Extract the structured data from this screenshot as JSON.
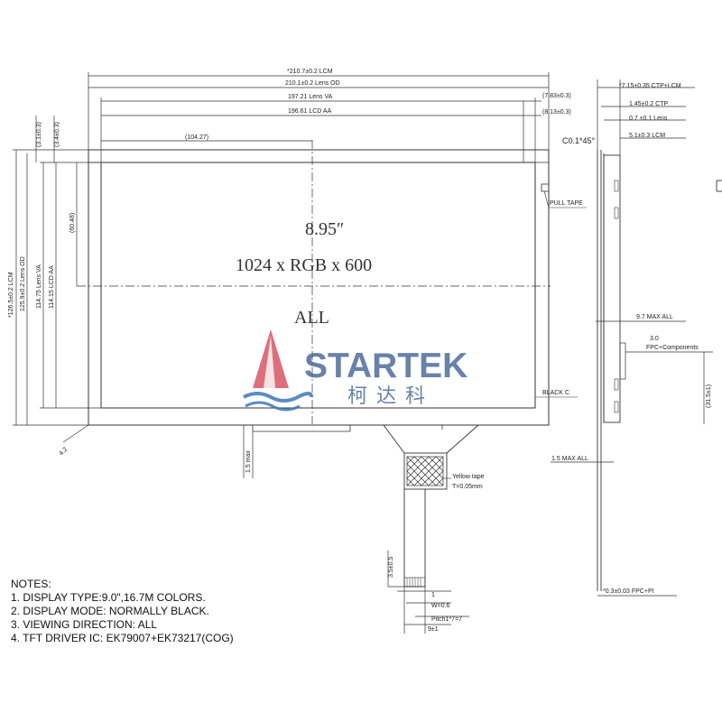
{
  "dimensions": {
    "lcm_width": "*210.7±0.2 LCM",
    "lens_od_width": "210.1±0.2 Lens OD",
    "lens_va_width": "197.21 Lens VA",
    "lcd_aa_width": "196.61 LCD AA",
    "va_offset": "(7.83±0.3)",
    "aa_offset": "(8.13±0.3)",
    "center_x": "(104.27)",
    "center_y": "(60.48)",
    "left_offset_a": "(3.1±0.3)",
    "left_offset_b": "(3.4±0.3)",
    "lcm_height": "*126.5±0.2 LCM",
    "lens_od_height": "125.9±0.2 Lens OD",
    "lens_va_height": "114.75 Lens VA",
    "lcd_aa_height": "114.15 LCD AA",
    "corner": "4.2",
    "bottom_max": "1.5 max",
    "fpc_3_5": "3.5±0.5",
    "pin_1": "1",
    "pin_w": "W=0.6",
    "pitch": "Pitch1*7=7",
    "fpc_width": "9±1",
    "ctp_lcm_thickness": "*7.15±0.35 CTP+LCM",
    "ctp_thickness": "1.45±0.2 CTP",
    "lens_thickness": "0.7 ±0.1 Lens",
    "lcm_thickness": "5.1±0.3 LCM",
    "chamfer": "C0.1*45°",
    "max_all": "9.7 MAX ALL",
    "fpc_comp_val": "3.0",
    "fpc_comp": "FPC+Components",
    "side_31_5": "(31.5±1)",
    "bottom_max_all": "1.5 MAX ALL",
    "fpc_pi": "*0.3±0.03 FPC+PI"
  },
  "callouts": {
    "pull_tape": "PULL TAPE",
    "black_c": "BLACK C",
    "yellow_tape": "Yellow tape",
    "yellow_tape_t": "T=0.05mm"
  },
  "display": {
    "size": "8.95″",
    "resolution": "1024 x RGB x  600",
    "viewing": "ALL"
  },
  "watermark": {
    "brand": "STARTEK",
    "chinese": "柯达科"
  },
  "notes": {
    "title": "NOTES:",
    "items": [
      "1. DISPLAY TYPE:9.0\",16.7M COLORS.",
      "2. DISPLAY MODE:  NORMALLY BLACK.",
      "3. VIEWING DIRECTION: ALL",
      "4. TFT DRIVER IC: EK79007+EK73217(COG)"
    ]
  },
  "colors": {
    "line": "#333333",
    "brand_blue": "#3a5d8f",
    "flame_red": "#d0384a",
    "wave_blue": "#3d78b8"
  }
}
